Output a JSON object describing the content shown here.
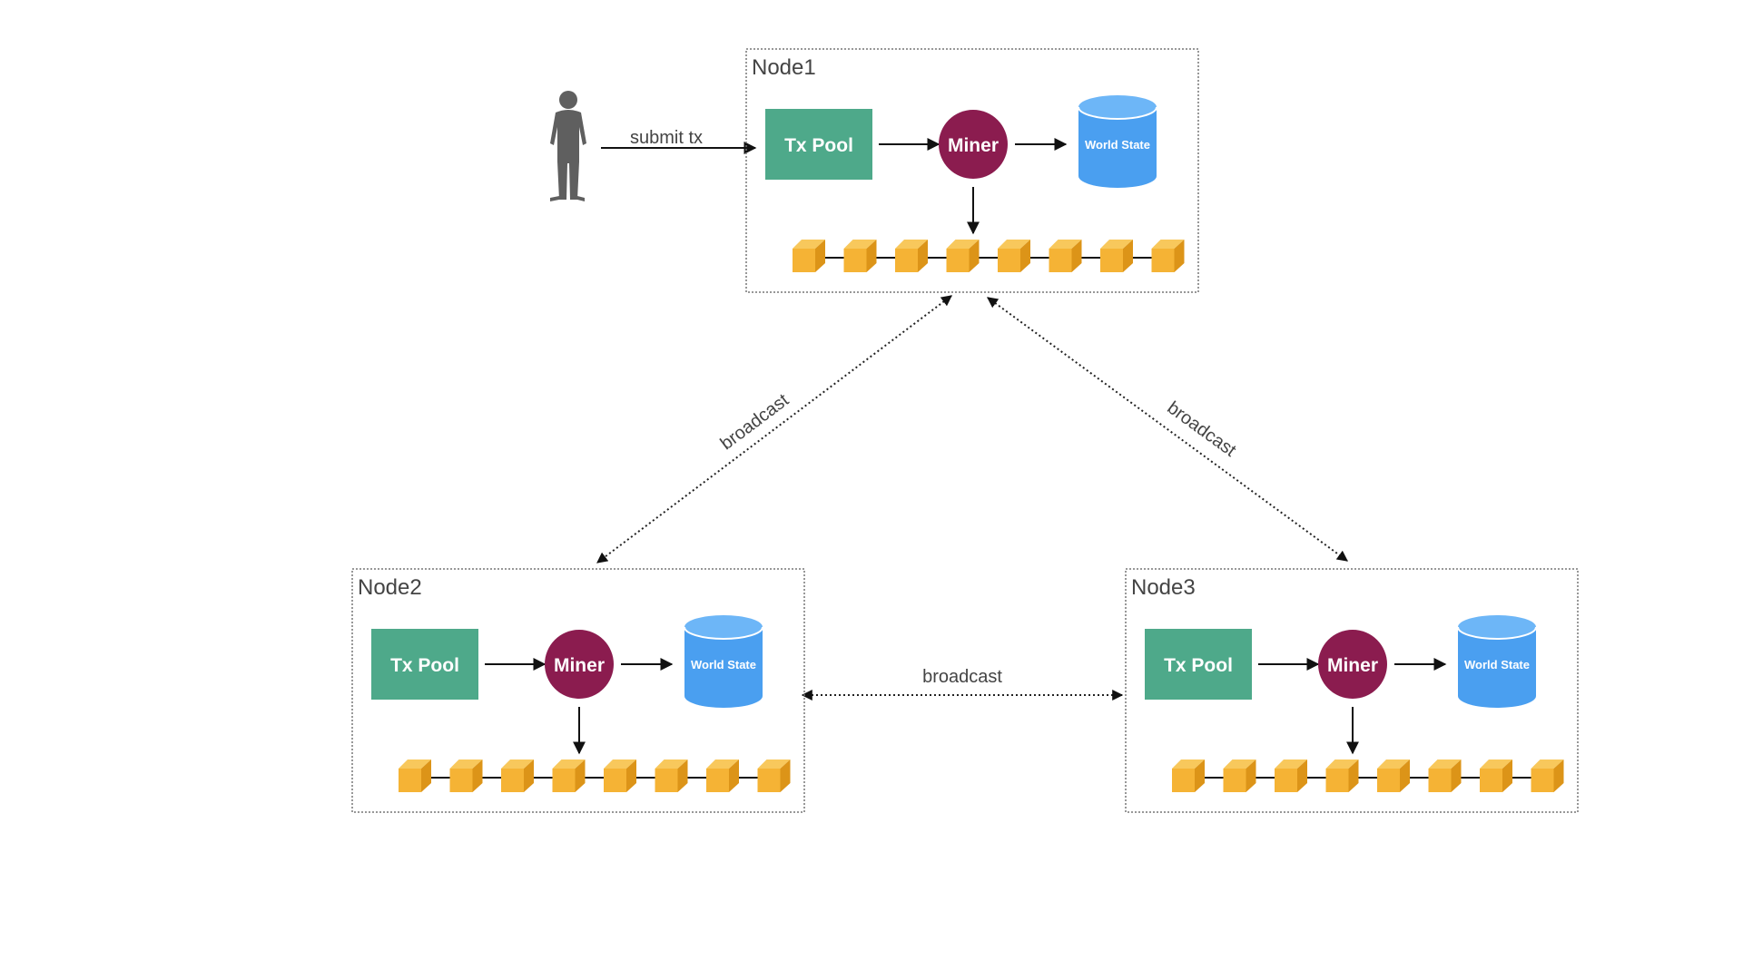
{
  "user": {
    "action_label": "submit tx"
  },
  "nodes": [
    {
      "title": "Node1",
      "tx_pool_label": "Tx Pool",
      "miner_label": "Miner",
      "world_state_label": "World State"
    },
    {
      "title": "Node2",
      "tx_pool_label": "Tx Pool",
      "miner_label": "Miner",
      "world_state_label": "World State"
    },
    {
      "title": "Node3",
      "tx_pool_label": "Tx Pool",
      "miner_label": "Miner",
      "world_state_label": "World State"
    }
  ],
  "links": [
    {
      "label": "broadcast",
      "from": "Node1",
      "to": "Node2"
    },
    {
      "label": "broadcast",
      "from": "Node1",
      "to": "Node3"
    },
    {
      "label": "broadcast",
      "from": "Node2",
      "to": "Node3"
    }
  ],
  "blocks_per_chain": 8,
  "colors": {
    "tx_pool": "#4ea98a",
    "miner": "#8b1c4f",
    "world_state": "#4a9ff0",
    "world_state_top": "#6db6f7",
    "block_front": "#f5b335",
    "block_top": "#f8c85c",
    "block_side": "#dc9418",
    "person": "#5f5f5f"
  }
}
